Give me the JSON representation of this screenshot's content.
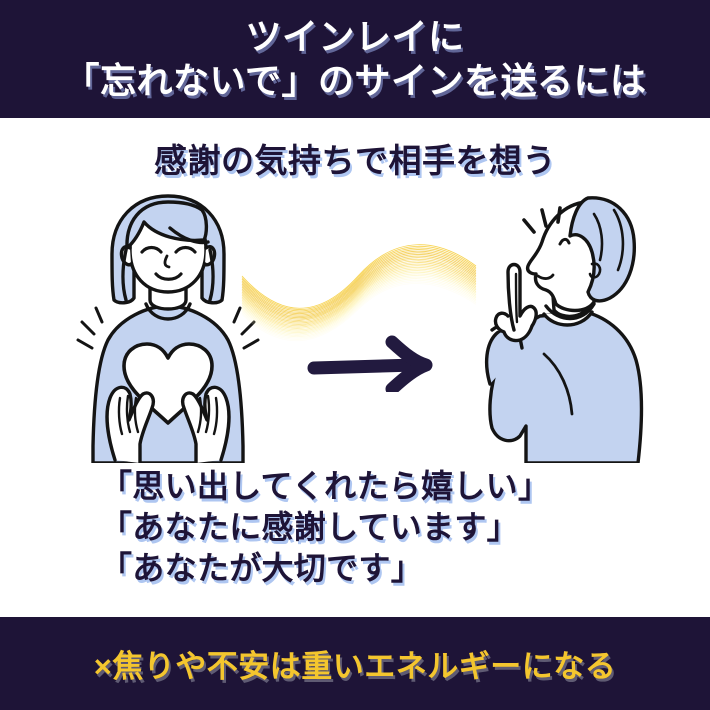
{
  "header": {
    "lines": [
      "ツインレイに",
      "「忘れないで」のサインを送るには"
    ],
    "bg_color": "#1e1437",
    "text_color": "#ffffff"
  },
  "subtitle": {
    "text": "感謝の気持ちで相手を想う",
    "text_color": "#1e1437",
    "shadow_color": "#aac3f0"
  },
  "illustration": {
    "left_figure": {
      "name": "woman-hands-on-heart",
      "hair_color": "#c3d3f0",
      "shirt_color": "#c3d3f0",
      "line_color": "#141414",
      "heart_color": "#ffffff",
      "sparkle_count": 6
    },
    "middle": {
      "wave_name": "golden-energy-wave",
      "wave_color": "#f2c83c",
      "arrow_name": "right-arrow",
      "arrow_color": "#221a3f"
    },
    "right_figure": {
      "name": "man-pointing-up",
      "hair_color": "#c3d3f0",
      "shirt_color": "#c3d3f0",
      "line_color": "#141414",
      "idea_mark_count": 3
    }
  },
  "quotes": {
    "lines": [
      "「思い出してくれたら嬉しい」",
      "「あなたに感謝しています」",
      "「あなたが大切です」"
    ],
    "text_color": "#1e1437",
    "shadow_color": "#aac3f0"
  },
  "footer": {
    "text": "×焦りや不安は重いエネルギーになる",
    "bg_color": "#1e1437",
    "text_color": "#f4c62e"
  }
}
